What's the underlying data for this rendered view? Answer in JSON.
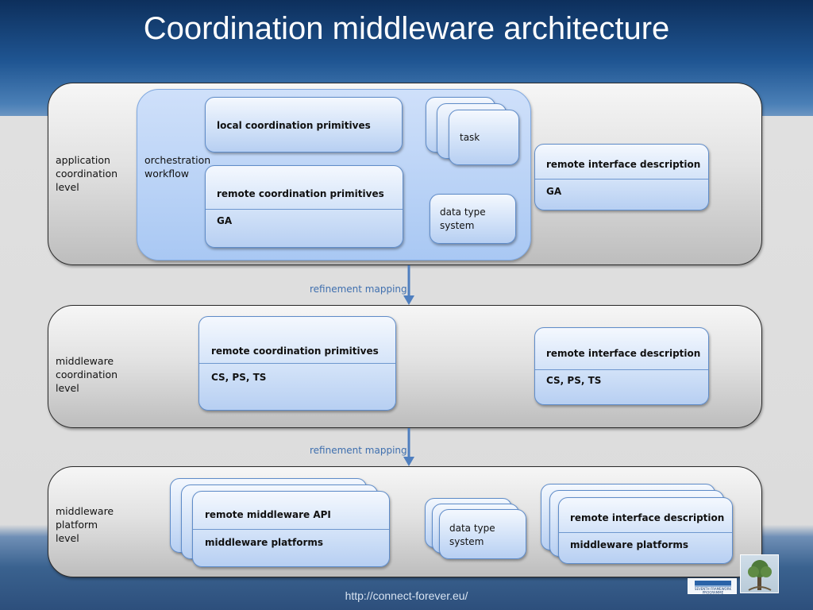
{
  "slide": {
    "title": "Coordination middleware architecture",
    "url": "http://connect-forever.eu/"
  },
  "levels": {
    "application": {
      "label": "application\ncoordination\nlevel",
      "orchestration_label": "orchestration\nworkflow",
      "local_primitives": "local coordination primitives",
      "remote_primitives": {
        "title": "remote coordination primitives",
        "body": "GA"
      },
      "task": "task",
      "data_type": "data type\nsystem",
      "remote_interface": {
        "title": "remote interface description",
        "body": "GA"
      }
    },
    "middleware": {
      "label": "middleware\ncoordination\nlevel",
      "remote_primitives": {
        "title": "remote coordination primitives",
        "body": "CS, PS, TS"
      },
      "remote_interface": {
        "title": "remote interface description",
        "body": "CS, PS, TS"
      }
    },
    "platform": {
      "label": "middleware\nplatform\nlevel",
      "remote_api": {
        "title": "remote middleware API",
        "body": "middleware platforms"
      },
      "data_type": "data type\nsystem",
      "remote_interface": {
        "title": "remote interface description",
        "body": "middleware platforms"
      }
    }
  },
  "mappings": [
    {
      "label": "refinement mapping"
    },
    {
      "label": "refinement mapping"
    }
  ],
  "logos": {
    "fp7_text": "SEVENTH FRAMEWORK\nPROGRAMME"
  },
  "colors": {
    "title": "#ffffff",
    "box_border": "#5f8cc9",
    "mapping_text": "#3f6fae",
    "arrow": "#4f7fbf"
  }
}
